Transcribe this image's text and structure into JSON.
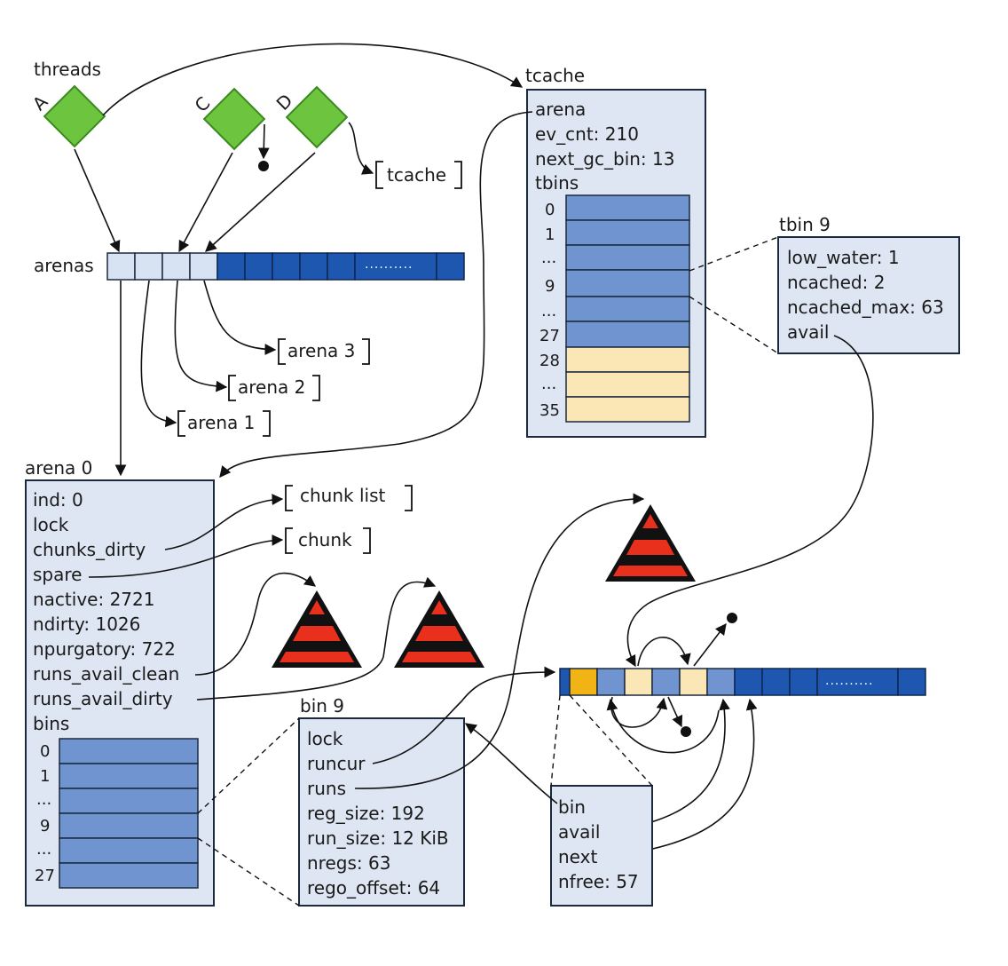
{
  "threads": {
    "title": "threads",
    "items": [
      {
        "label": "A"
      },
      {
        "label": "C"
      },
      {
        "label": "D"
      }
    ],
    "d_target": "tcache"
  },
  "arenas": {
    "label": "arenas",
    "ellipsis": "..........",
    "refs": [
      "arena 3",
      "arena 2",
      "arena 1"
    ]
  },
  "tcache": {
    "title": "tcache",
    "fields": [
      "arena",
      "ev_cnt: 210",
      "next_gc_bin: 13",
      "tbins"
    ],
    "tbin_indices": [
      "0",
      "1",
      "...",
      "9",
      "...",
      "27",
      "28",
      "...",
      "35"
    ]
  },
  "tbin9": {
    "title": "tbin 9",
    "fields": [
      "low_water: 1",
      "ncached: 2",
      "ncached_max: 63",
      "avail"
    ]
  },
  "arena0": {
    "title": "arena 0",
    "fields": [
      "ind: 0",
      "lock",
      "chunks_dirty",
      "spare",
      "nactive: 2721",
      "ndirty: 1026",
      "npurgatory: 722",
      "runs_avail_clean",
      "runs_avail_dirty",
      "bins"
    ],
    "bin_indices": [
      "0",
      "1",
      "...",
      "9",
      "...",
      "27"
    ]
  },
  "chunk_refs": [
    "chunk list",
    "chunk"
  ],
  "bin9": {
    "title": "bin 9",
    "fields": [
      "lock",
      "runcur",
      "runs",
      "reg_size: 192",
      "run_size: 12 KiB",
      "nregs: 63",
      "rego_offset: 64"
    ]
  },
  "run": {
    "ellipsis": "..........",
    "fields": [
      "bin",
      "avail",
      "next",
      "nfree: 57"
    ]
  },
  "colors": {
    "diamond": "#6dc43f",
    "cell_blue": "#7094d0",
    "cell_dark": "#1e57b0",
    "cell_cream": "#fbe6b6",
    "cell_gold": "#f2b315",
    "box_fill": "#dde6f2",
    "tree_red": "#e8301c"
  }
}
